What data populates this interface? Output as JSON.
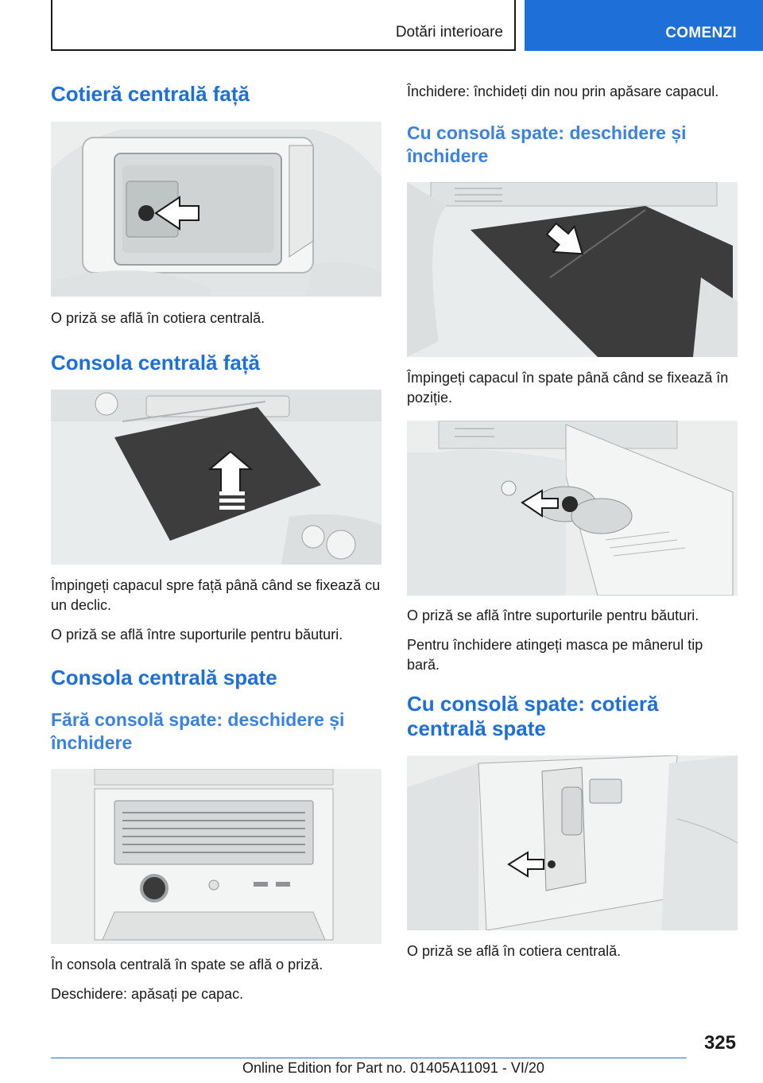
{
  "header": {
    "section": "Dotări interioare",
    "tab": "COMENZI"
  },
  "left": {
    "h_armrest_front": "Cotieră centrală față",
    "cap_armrest_front": "O priză se află în cotiera centrală.",
    "h_console_front": "Consola centrală față",
    "p_console_front_1": "Împingeți capacul spre față până când se fixează cu un declic.",
    "p_console_front_2": "O priză se află între suporturile pentru băuturi.",
    "h_console_rear": "Consola centrală spate",
    "h_no_console": "Fără consolă spate: deschidere și închidere",
    "p_no_console_1": "În consola centrală în spate se află o priză.",
    "p_no_console_2": "Deschidere: apăsați pe capac."
  },
  "right": {
    "p_closing": "Închidere: închideți din nou prin apăsare capacul.",
    "h_with_console": "Cu consolă spate: deschidere și închidere",
    "p_with_console_1": "Împingeți capacul în spate până când se fixează în poziție.",
    "p_with_console_2": "O priză se află între suporturile pentru băuturi.",
    "p_with_console_3": "Pentru închidere atingeți masca pe mânerul tip bară.",
    "h_armrest_rear": "Cu consolă spate: cotieră centrală spate",
    "cap_armrest_rear": "O priză se află în cotiera centrală."
  },
  "footer": {
    "page_number": "325",
    "edition": "Online Edition for Part no. 01405A11091 - VI/20"
  },
  "figures": {
    "armrest_front": "armrest-storage-illustration",
    "console_front": "console-cover-illustration",
    "rear_open": "rear-compartment-illustration",
    "rear_cover": "rear-console-cover-illustration",
    "cupholders": "cupholder-illustration",
    "armrest_rear": "rear-armrest-illustration"
  },
  "colors": {
    "accent": "#1f6fd9",
    "heading_sub": "#3b82e0"
  }
}
